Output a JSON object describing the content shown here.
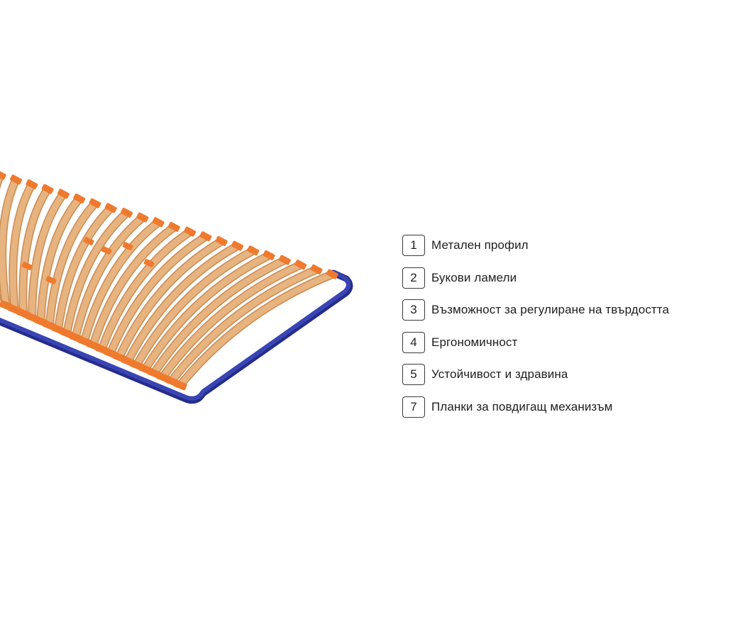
{
  "image": {
    "subject": "slatted-bed-base",
    "colors": {
      "frame": "#3945b5",
      "frame_dark": "#252d8a",
      "slat": "#e7b37f",
      "slat_edge": "#c98a52",
      "holder": "#ef7a2e"
    }
  },
  "features": [
    {
      "number": "1",
      "label": "Метален профил"
    },
    {
      "number": "2",
      "label": "Букови ламели"
    },
    {
      "number": "3",
      "label": "Възможност за регулиране на твърдостта"
    },
    {
      "number": "4",
      "label": "Ергономичност"
    },
    {
      "number": "5",
      "label": "Устойчивост и здравина"
    },
    {
      "number": "7",
      "label": "Планки за повдигащ механизъм"
    }
  ]
}
